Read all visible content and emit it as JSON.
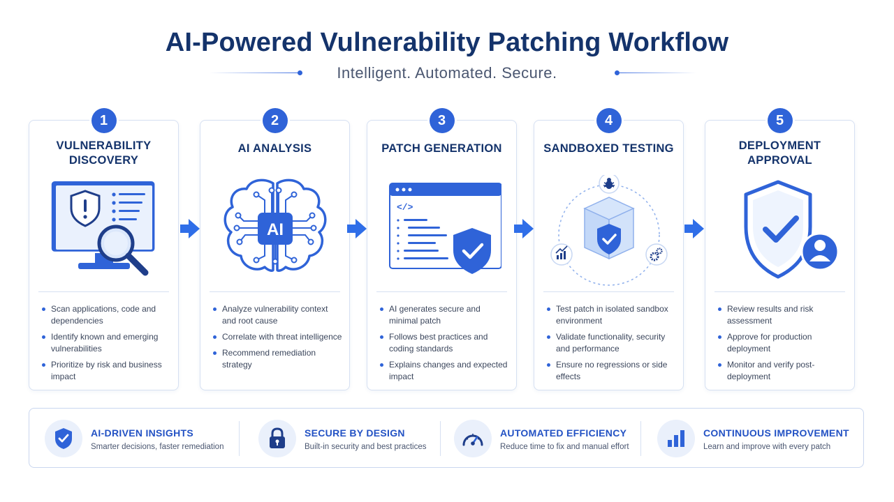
{
  "header": {
    "title": "AI-Powered Vulnerability Patching Workflow",
    "subtitle": "Intelligent. Automated. Secure."
  },
  "colors": {
    "primary": "#2f63d8",
    "title": "#14336b",
    "card_border": "#d6e0f2",
    "icon_bg": "#eaf0fb"
  },
  "steps": [
    {
      "number": "1",
      "title_line1": "VULNERABILITY",
      "title_line2": "DISCOVERY",
      "icon": "monitor-shield-magnifier-icon",
      "bullets": [
        "Scan applications, code and dependencies",
        "Identify known and emerging vulnerabilities",
        "Prioritize by risk and business impact"
      ]
    },
    {
      "number": "2",
      "title_line1": "AI ANALYSIS",
      "icon": "ai-brain-icon",
      "icon_label": "AI",
      "bullets": [
        "Analyze vulnerability context and root cause",
        "Correlate with threat intelligence",
        "Recommend remediation strategy"
      ]
    },
    {
      "number": "3",
      "title_line1": "PATCH GENERATION",
      "icon": "code-window-shield-icon",
      "code_glyph": "</>",
      "bullets": [
        "AI generates secure and minimal patch",
        "Follows best practices and coding standards",
        "Explains changes and expected impact"
      ]
    },
    {
      "number": "4",
      "title_line1": "SANDBOXED TESTING",
      "icon": "sandbox-cube-icon",
      "bullets": [
        "Test patch in isolated sandbox environment",
        "Validate functionality, security and performance",
        "Ensure no regressions or side effects"
      ]
    },
    {
      "number": "5",
      "title_line1": "DEPLOYMENT",
      "title_line2": "APPROVAL",
      "icon": "shield-check-user-icon",
      "bullets": [
        "Review results and risk assessment",
        "Approve for production deployment",
        "Monitor and verify post-deployment"
      ]
    }
  ],
  "features": [
    {
      "icon": "shield-check-icon",
      "title": "AI-DRIVEN INSIGHTS",
      "desc": "Smarter decisions, faster remediation"
    },
    {
      "icon": "lock-icon",
      "title": "SECURE BY DESIGN",
      "desc": "Built-in security and best practices"
    },
    {
      "icon": "gauge-icon",
      "title": "AUTOMATED EFFICIENCY",
      "desc": "Reduce time to fix and manual effort"
    },
    {
      "icon": "bar-chart-icon",
      "title": "CONTINUOUS IMPROVEMENT",
      "desc": "Learn and improve with every patch"
    }
  ]
}
